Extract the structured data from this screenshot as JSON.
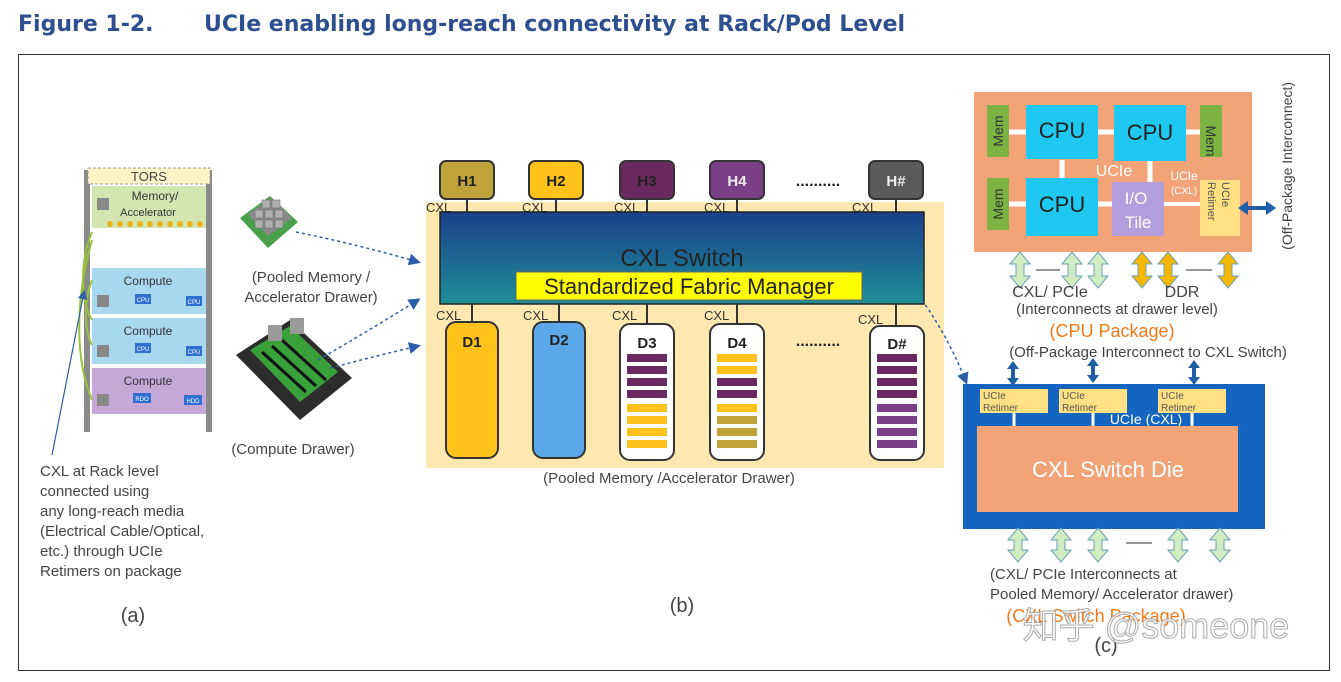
{
  "figure": {
    "label": "Figure 1-2.",
    "title": "UCIe enabling long-reach connectivity at Rack/Pod Level"
  },
  "panel_a": {
    "rack_title": "TORS",
    "drawers": [
      "Memory/",
      "Accelerator",
      "Compute",
      "Compute",
      "Compute"
    ],
    "chips": [
      "CPU",
      "CPU",
      "CPU",
      "CPU",
      "RDO",
      "HDD"
    ],
    "pooled_memory_caption": [
      "(Pooled Memory /",
      "Accelerator Drawer)"
    ],
    "compute_caption": "(Compute Drawer)",
    "note": [
      "CXL at Rack level",
      "connected using",
      "any long-reach media",
      "(Electrical Cable/Optical,",
      "etc.) through UCIe",
      "Retimers on package"
    ],
    "label": "(a)"
  },
  "panel_b": {
    "hosts": [
      "H1",
      "H2",
      "H3",
      "H4",
      "H#"
    ],
    "host_colors": [
      "#bfa23a",
      "#ffc21a",
      "#6b2a5f",
      "#7a3f86",
      "#5a5a5a"
    ],
    "ellipsis": "..........",
    "cxl": "CXL",
    "switch_label": "CXL Switch",
    "fabric_manager": "Standardized Fabric Manager",
    "devices": [
      "D1",
      "D2",
      "D3",
      "D4",
      "D#"
    ],
    "caption": "(Pooled Memory /Accelerator Drawer)",
    "label": "(b)"
  },
  "panel_c": {
    "cpu_labels": [
      "CPU",
      "CPU",
      "CPU"
    ],
    "mem_labels": [
      "Mem",
      "Mem",
      "Mem"
    ],
    "io_tile": [
      "I/O",
      "Tile"
    ],
    "ucie": "UCIe",
    "ucie_cxl_small": [
      "UCIe",
      "(CXL)"
    ],
    "ucie_retimer_vertical": [
      "UCIe",
      "Retimer"
    ],
    "off_package_vertical": "(Off-Package Interconnect)",
    "cxl_pcie": "CXL/ PCIe",
    "ddr": "DDR",
    "drawer_interconnect": "(Interconnects at drawer level)",
    "cpu_package": "(CPU Package)",
    "off_package_switch": "(Off-Package Interconnect to CXL Switch)",
    "retimer_label": [
      "UCIe",
      "Retimer"
    ],
    "ucie_cxl": "UCIe (CXL)",
    "switch_die": "CXL Switch Die",
    "bottom_caption": [
      "(CXL/ PCIe Interconnects at",
      "Pooled Memory/ Accelerator drawer)"
    ],
    "switch_package": "(CXL Switch Package)",
    "label": "(c)",
    "watermark": "知乎 @someone"
  }
}
